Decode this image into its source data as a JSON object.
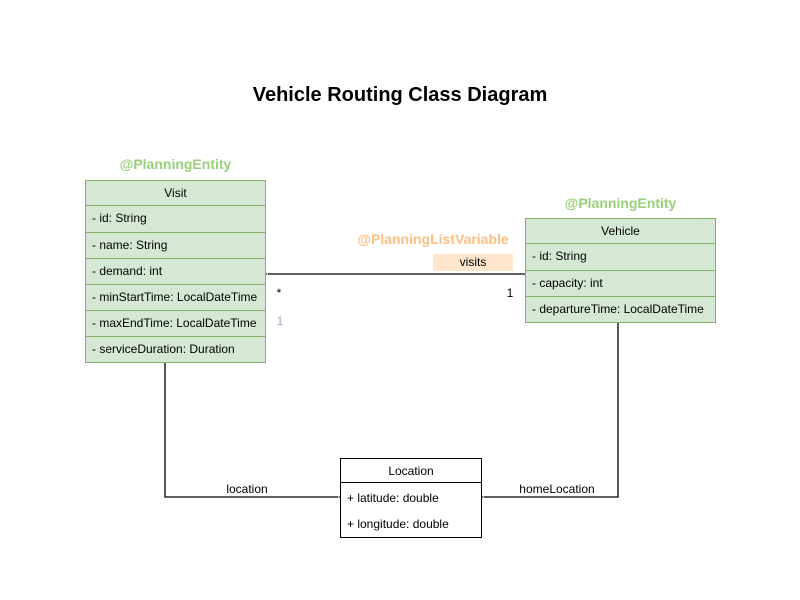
{
  "title": "Vehicle Routing Class Diagram",
  "colors": {
    "class_fill_green": "#d5e8d4",
    "class_border_green": "#82b366",
    "annotation_green": "#97d077",
    "annotation_orange": "#ffbe82",
    "visits_label_fill": "#ffe6cc",
    "secondary_multiplicity_purple": "#b0a0c7",
    "edge_black": "#000000"
  },
  "classes": [
    {
      "annotation": "@PlanningEntity",
      "name": "Visit",
      "attributes": [
        "- id: String",
        "- name: String",
        "- demand: int",
        "- minStartTime: LocalDateTime",
        "- maxEndTime: LocalDateTime",
        "- serviceDuration: Duration"
      ]
    },
    {
      "annotation": "@PlanningEntity",
      "name": "Vehicle",
      "attributes": [
        "- id: String",
        "- capacity: int",
        "- departureTime: LocalDateTime"
      ]
    },
    {
      "name": "Location",
      "attributes": [
        "+ latitude: double",
        "+ longitude: double"
      ]
    }
  ],
  "edges": {
    "visits": {
      "annotation": "@PlanningListVariable",
      "label": "visits",
      "target_multiplicity": "*",
      "source_multiplicity": "1",
      "secondary_multiplicity": "1"
    },
    "location": {
      "label": "location"
    },
    "homeLocation": {
      "label": "homeLocation"
    }
  }
}
